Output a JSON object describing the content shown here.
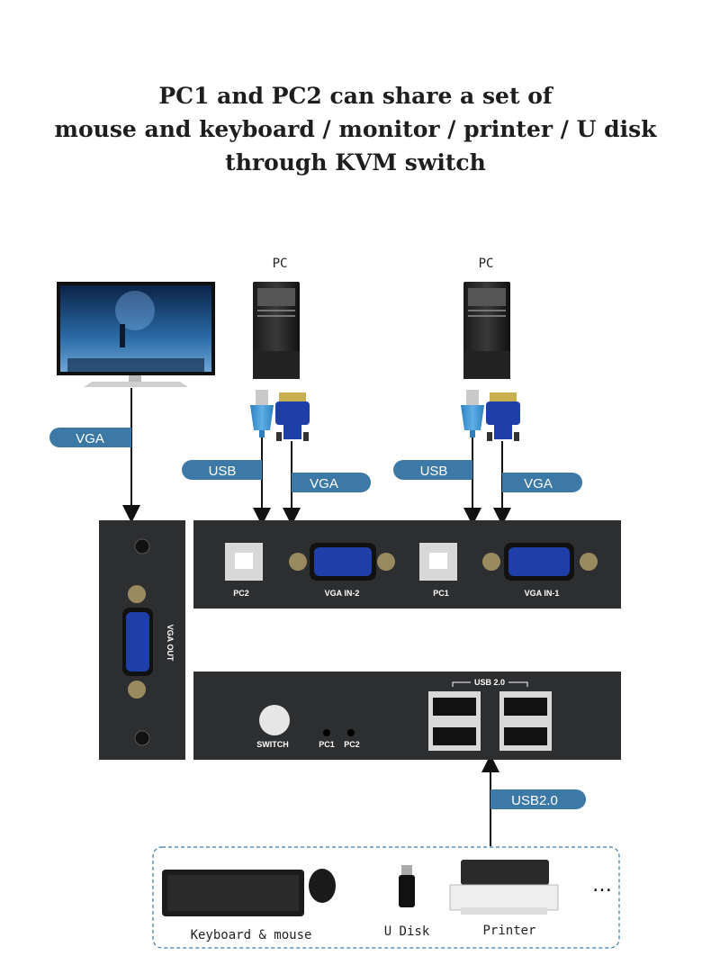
{
  "title": {
    "line1": "PC1 and PC2 can share a set of",
    "line2": "mouse and keyboard / monitor / printer / U disk",
    "line3": "through KVM switch"
  },
  "pcs": [
    {
      "label": "PC"
    },
    {
      "label": "PC"
    }
  ],
  "cable_labels": {
    "monitor": "VGA",
    "pc2_usb": "USB",
    "pc2_vga": "VGA",
    "pc1_usb": "USB",
    "pc1_vga": "VGA",
    "usb_hub": "USB2.0"
  },
  "kvm": {
    "vga_out": "VGA OUT",
    "port_pc2": "PC2",
    "port_vga_in_2": "VGA IN-2",
    "port_pc1": "PC1",
    "port_vga_in_1": "VGA IN-1",
    "usb_header": "USB 2.0",
    "switch_label": "SWITCH",
    "led_pc1": "PC1",
    "led_pc2": "PC2"
  },
  "peripherals": {
    "keyboard_mouse": "Keyboard & mouse",
    "u_disk": "U Disk",
    "printer": "Printer",
    "more": "…"
  },
  "colors": {
    "pill": "#3d79a6",
    "panel": "#2d2e30",
    "vga_blue": "#1f3fa8",
    "dashed_border": "#3d79a6"
  }
}
